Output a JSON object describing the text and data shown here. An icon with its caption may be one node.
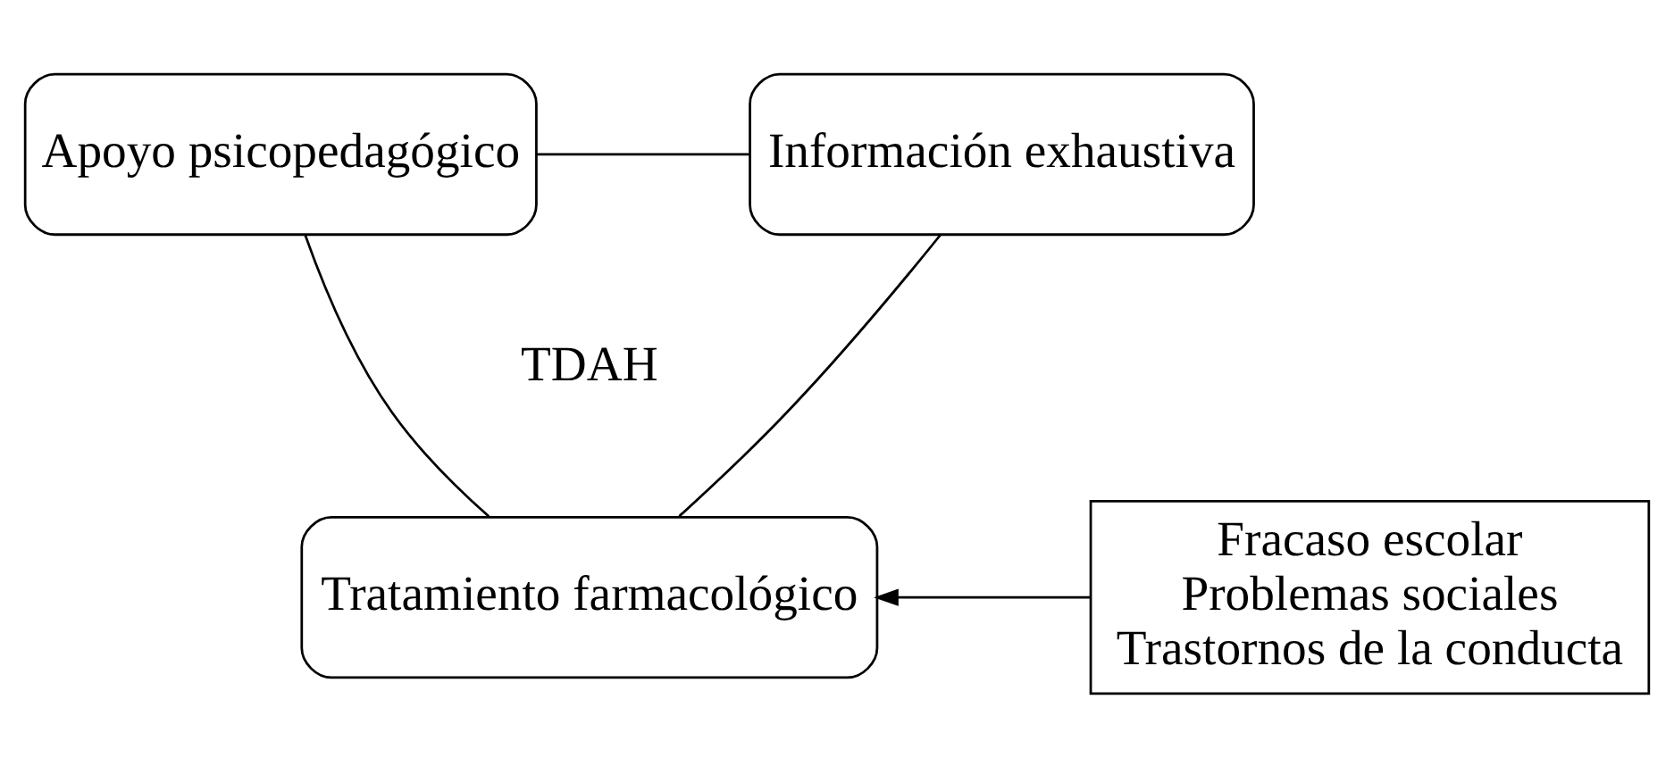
{
  "diagram": {
    "nodes": [
      {
        "text": [
          "Apoyo psicopedagógico"
        ]
      },
      {
        "text": [
          "Información exhaustiva"
        ]
      },
      {
        "text": [
          "Tratamiento farmacológico"
        ]
      },
      {
        "text": [
          "Fracaso escolar",
          "Problemas sociales",
          "Trastornos de la conducta"
        ]
      }
    ],
    "edges": [
      {
        "from": 0,
        "to": 1,
        "arrow": "none"
      },
      {
        "from": 0,
        "to": 2,
        "arrow": "none"
      },
      {
        "from": 1,
        "to": 2,
        "arrow": "none"
      },
      {
        "from": 3,
        "to": 2,
        "arrow": "to"
      }
    ],
    "labels": [
      "TDAH"
    ]
  }
}
